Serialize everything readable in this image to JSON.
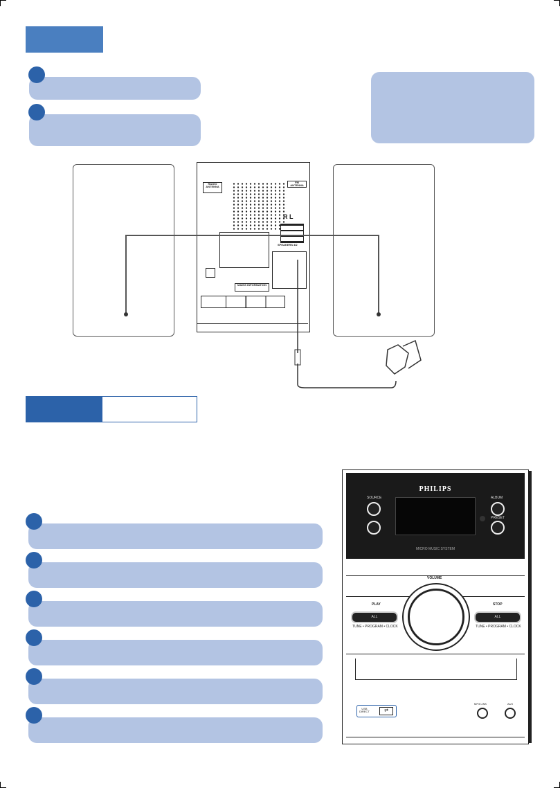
{
  "back_panel": {
    "label_1": "RADIO\nANTENNA",
    "label_2": "FM ANTENNA",
    "speaker_channels": "R L",
    "speaker_label": "SPEAKERS 4Ω",
    "info_label": "MAINS INFORMATION"
  },
  "device": {
    "brand": "PHILIPS",
    "btn_tl": "SOURCE",
    "btn_tr": "ALBUM",
    "btn_br": "PRESET",
    "model_caption": "MICRO MUSIC SYSTEM",
    "volume_label": "VOLUME",
    "left_top": "PLAY",
    "left_pill": "ALL",
    "left_caption": "TUNE • PROGRAM • CLOCK",
    "right_top": "STOP",
    "right_pill": "ALL",
    "right_caption": "TUNE • PROGRAM • CLOCK",
    "usb_label": "USB\nDIRECT",
    "phones_label": "MP3 LINK",
    "aux_label": "AUX"
  },
  "colors": {
    "header_blue": "#4a7fc0",
    "section_blue": "#2c62a9",
    "step_fill": "#b3c4e3",
    "dot_blue": "#2c62a9"
  }
}
